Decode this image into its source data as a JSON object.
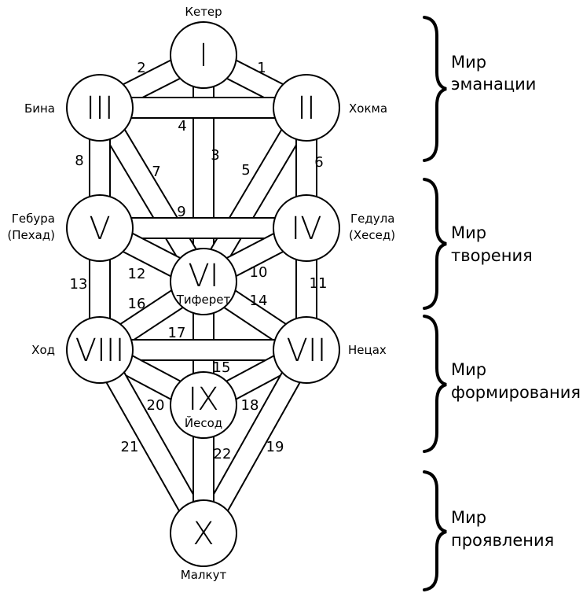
{
  "diagram": {
    "title": "Древо Сфирот",
    "sefirot": [
      {
        "id": "I",
        "numeral": "I",
        "name": "Кетер",
        "inner_name": ""
      },
      {
        "id": "II",
        "numeral": "II",
        "name": "Хокма",
        "inner_name": ""
      },
      {
        "id": "III",
        "numeral": "III",
        "name": "Бина",
        "inner_name": ""
      },
      {
        "id": "IV",
        "numeral": "IV",
        "name_line1": "Гедула",
        "name_line2": "(Хесед)",
        "inner_name": ""
      },
      {
        "id": "V",
        "numeral": "V",
        "name_line1": "Гебура",
        "name_line2": "(Пехад)",
        "inner_name": ""
      },
      {
        "id": "VI",
        "numeral": "VI",
        "name": "",
        "inner_name": "Тиферет"
      },
      {
        "id": "VII",
        "numeral": "VII",
        "name": "Нецах",
        "inner_name": ""
      },
      {
        "id": "VIII",
        "numeral": "VIII",
        "name": "Ход",
        "inner_name": ""
      },
      {
        "id": "IX",
        "numeral": "IX",
        "name": "",
        "inner_name": "Йесод"
      },
      {
        "id": "X",
        "numeral": "X",
        "name": "Малкут",
        "inner_name": ""
      }
    ],
    "paths": [
      {
        "num": "1",
        "from": "I",
        "to": "II"
      },
      {
        "num": "2",
        "from": "I",
        "to": "III"
      },
      {
        "num": "3",
        "from": "I",
        "to": "VI"
      },
      {
        "num": "4",
        "from": "III",
        "to": "II"
      },
      {
        "num": "5",
        "from": "II",
        "to": "VI"
      },
      {
        "num": "6",
        "from": "II",
        "to": "IV"
      },
      {
        "num": "7",
        "from": "III",
        "to": "VI"
      },
      {
        "num": "8",
        "from": "III",
        "to": "V"
      },
      {
        "num": "9",
        "from": "V",
        "to": "IV"
      },
      {
        "num": "10",
        "from": "IV",
        "to": "VI"
      },
      {
        "num": "11",
        "from": "IV",
        "to": "VII"
      },
      {
        "num": "12",
        "from": "V",
        "to": "VI"
      },
      {
        "num": "13",
        "from": "V",
        "to": "VIII"
      },
      {
        "num": "14",
        "from": "VI",
        "to": "VII"
      },
      {
        "num": "15",
        "from": "VI",
        "to": "IX"
      },
      {
        "num": "16",
        "from": "VI",
        "to": "VIII"
      },
      {
        "num": "17",
        "from": "VIII",
        "to": "VII"
      },
      {
        "num": "18",
        "from": "VII",
        "to": "IX"
      },
      {
        "num": "19",
        "from": "VII",
        "to": "X"
      },
      {
        "num": "20",
        "from": "VIII",
        "to": "IX"
      },
      {
        "num": "21",
        "from": "VIII",
        "to": "X"
      },
      {
        "num": "22",
        "from": "IX",
        "to": "X"
      }
    ],
    "worlds": [
      {
        "line1": "Мир",
        "line2": "эманации"
      },
      {
        "line1": "Мир",
        "line2": "творения"
      },
      {
        "line1": "Мир",
        "line2": "формирования"
      },
      {
        "line1": "Мир",
        "line2": "проявления"
      }
    ]
  }
}
